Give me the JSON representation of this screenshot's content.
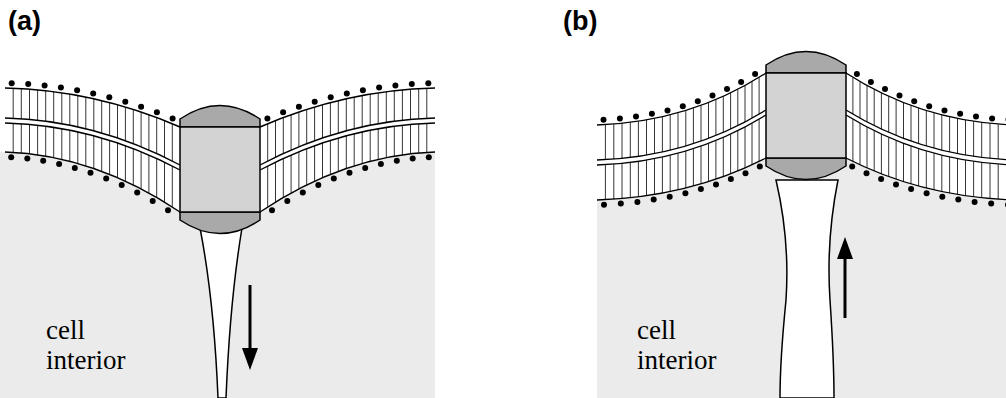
{
  "diagram": {
    "labels": [
      "(a)",
      "(b)",
      "cell interior",
      "cell interior"
    ]
  }
}
